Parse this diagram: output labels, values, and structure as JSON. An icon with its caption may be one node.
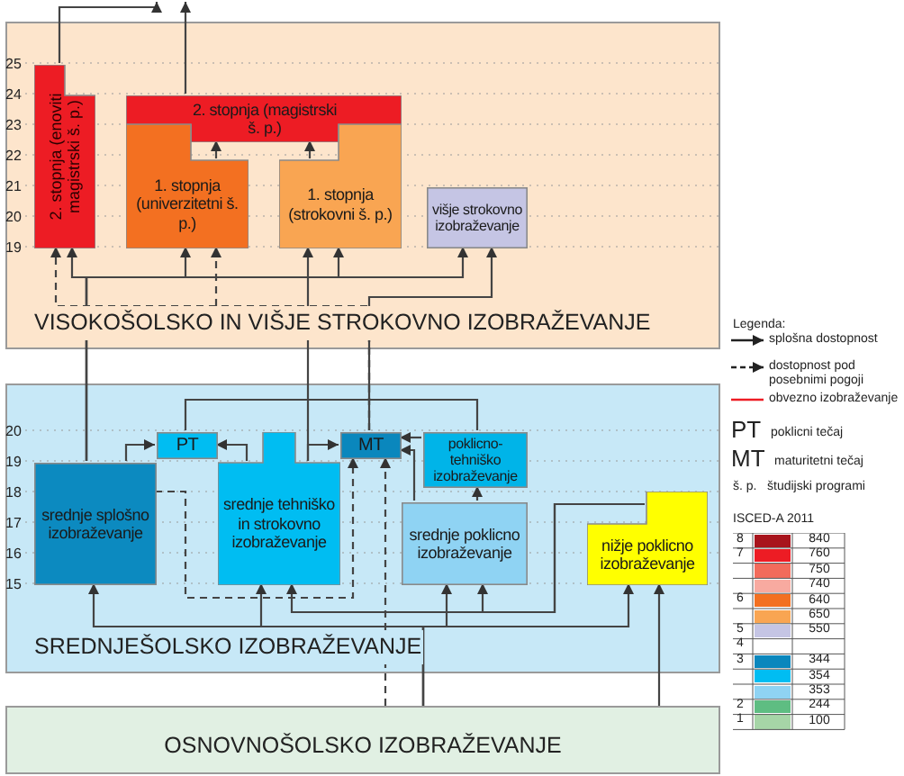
{
  "diagram": {
    "nodes": [
      {
        "text": [
          "VISOKOŠOLSKO IN VIŠJE STROKOVNO IZOBRAŽEVANJE"
        ]
      },
      {
        "text": [
          "2. stopnja (enoviti magistrski š. p.)"
        ],
        "in": 0
      },
      {
        "text": [
          "2. stopnja (magistrski š. p.)"
        ],
        "in": 0
      },
      {
        "text": [
          "1. stopnja (univerzitetni š. p.)"
        ],
        "in": 0
      },
      {
        "text": [
          "1. stopnja (strokovni š. p.)"
        ],
        "in": 0
      },
      {
        "text": [
          "višje strokovno izobraževanje"
        ],
        "in": 0
      },
      {
        "text": [
          "SREDNJEŠOLSKO IZOBRAŽEVANJE"
        ]
      },
      {
        "text": [
          "srednje splošno izobraževanje"
        ],
        "in": 6
      },
      {
        "text": [
          "PT"
        ],
        "in": 6
      },
      {
        "text": [
          "srednje tehniško in strokovno izobraževanje"
        ],
        "in": 6
      },
      {
        "text": [
          "MT"
        ],
        "in": 6
      },
      {
        "text": [
          "poklicno-tehniško izobraževanje"
        ],
        "in": 6
      },
      {
        "text": [
          "srednje poklicno izobraževanje"
        ],
        "in": 6
      },
      {
        "text": [
          "nižje poklicno izobraževanje"
        ],
        "in": 6
      },
      {
        "text": [
          "OSNOVNOŠOLSKO IZOBRAŽEVANJE"
        ]
      }
    ],
    "edges": [
      {
        "from": 1,
        "to": null,
        "arrow": "to"
      },
      {
        "from": 2,
        "to": null,
        "arrow": "to"
      },
      {
        "from": 3,
        "to": 2,
        "arrow": "to"
      },
      {
        "from": 4,
        "to": 2,
        "arrow": "to"
      },
      {
        "from": 7,
        "to": 1,
        "arrow": "to"
      },
      {
        "from": 7,
        "to": 3,
        "arrow": "to"
      },
      {
        "from": 7,
        "to": 4,
        "arrow": "to"
      },
      {
        "from": 7,
        "to": 5,
        "arrow": "to"
      },
      {
        "from": 9,
        "to": 4,
        "arrow": "to"
      },
      {
        "from": 9,
        "to": 10,
        "arrow": "to"
      },
      {
        "from": 10,
        "to": 5,
        "arrow": "to"
      },
      {
        "from": 10,
        "to": 1,
        "arrow": "to",
        "style": "dashed"
      },
      {
        "from": 10,
        "to": 3,
        "arrow": "to",
        "style": "dashed"
      },
      {
        "from": 8,
        "to": 11,
        "arrow": "none"
      },
      {
        "from": 7,
        "to": 8,
        "arrow": "to"
      },
      {
        "from": 9,
        "to": 8,
        "arrow": "to"
      },
      {
        "from": 11,
        "to": 10,
        "arrow": "to"
      },
      {
        "from": 12,
        "to": 10,
        "arrow": "to"
      },
      {
        "from": 12,
        "to": 11,
        "arrow": "to"
      },
      {
        "from": 7,
        "to": 10,
        "arrow": "to",
        "style": "dashed"
      },
      {
        "from": 14,
        "to": 10,
        "arrow": "to",
        "style": "dashed"
      },
      {
        "from": 14,
        "to": 7,
        "arrow": "to"
      },
      {
        "from": 14,
        "to": 9,
        "arrow": "to"
      },
      {
        "from": 14,
        "to": 12,
        "arrow": "to"
      },
      {
        "from": 14,
        "to": 13,
        "arrow": "to"
      },
      {
        "from": 13,
        "to": 9,
        "arrow": "to"
      },
      {
        "from": 13,
        "to": 12,
        "arrow": "to"
      },
      {
        "from": 14,
        "to": 13,
        "arrow": "to"
      }
    ],
    "labels": [
      "25",
      "24",
      "23",
      "22",
      "21",
      "20",
      "19",
      "20",
      "19",
      "18",
      "17",
      "16",
      "15",
      "Legenda:",
      "PT",
      "poklicni tečaj",
      "MT",
      "maturitetni tečaj",
      "š. p.",
      "študijski programi",
      "ISCED-A 2011",
      "8",
      "7",
      "6",
      "5",
      "4",
      "3",
      "2",
      "1"
    ],
    "legend": [
      {
        "text": "splošna dostopnost"
      },
      {
        "text": "dostopnost pod posebnimi pogoji"
      },
      {
        "text": "obvezno izobraževanje"
      },
      {
        "text": "840",
        "color": "#a8141c"
      },
      {
        "text": "760",
        "color": "#ed1c24"
      },
      {
        "text": "750",
        "color": "#f26b5b"
      },
      {
        "text": "740",
        "color": "#f8aaa0"
      },
      {
        "text": "640",
        "color": "#f37021"
      },
      {
        "text": "650",
        "color": "#f9a552"
      },
      {
        "text": "550",
        "color": "#c5c5e4"
      },
      {
        "text": "344",
        "color": "#0a87bd"
      },
      {
        "text": "354",
        "color": "#00bdf2"
      },
      {
        "text": "353",
        "color": "#8fd3f3"
      },
      {
        "text": "244",
        "color": "#5ebd82"
      },
      {
        "text": "100",
        "color": "#a6d5a7"
      }
    ]
  }
}
